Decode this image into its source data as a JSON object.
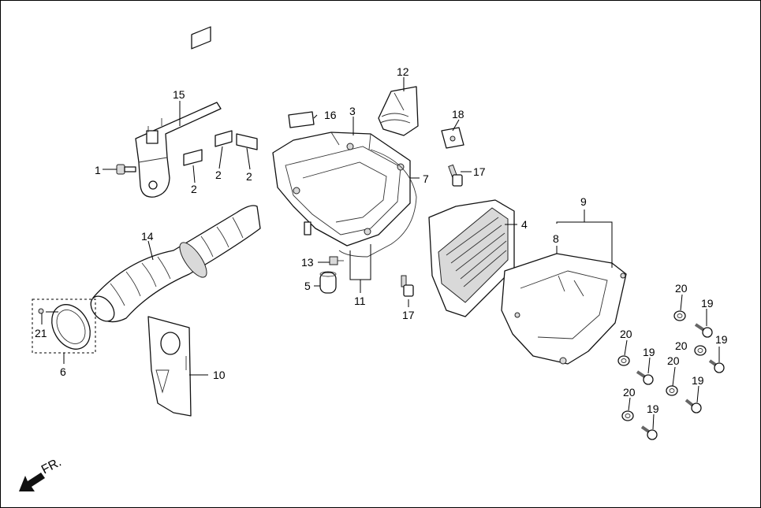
{
  "diagram": {
    "direction_label": "FR.",
    "callouts": {
      "c1": "1",
      "c2a": "2",
      "c2b": "2",
      "c2c": "2",
      "c3": "3",
      "c4": "4",
      "c5": "5",
      "c6": "6",
      "c7": "7",
      "c8": "8",
      "c9": "9",
      "c10": "10",
      "c11": "11",
      "c12": "12",
      "c13": "13",
      "c14": "14",
      "c15": "15",
      "c16": "16",
      "c17a": "17",
      "c17b": "17",
      "c18": "18",
      "c19a": "19",
      "c19b": "19",
      "c19c": "19",
      "c19d": "19",
      "c19e": "19",
      "c20a": "20",
      "c20b": "20",
      "c20c": "20",
      "c20d": "20",
      "c20e": "20",
      "c21": "21"
    }
  }
}
